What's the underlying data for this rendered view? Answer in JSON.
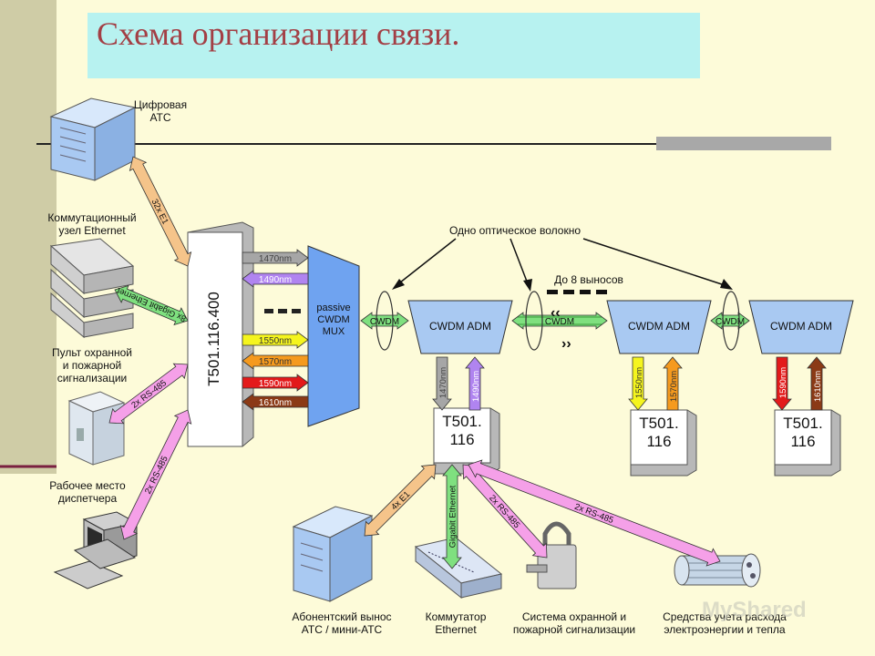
{
  "title": "Схема организации связи.",
  "devices": {
    "digital_ats": "Цифровая\nАТС",
    "eth_switch_node": "Коммутационный\nузел Ethernet",
    "security_panel": "Пульт охранной\nи пожарной\nсигнализации",
    "dispatcher": "Рабочее место\nдиспетчера",
    "subscriber_ats": "Абонентский вынос\nАТС / мини-АТС",
    "ethernet_switch": "Коммутатор\nEthernet",
    "security_system": "Система охранной и\nпожарной сигнализации",
    "metering": "Средства учета расхода\nэлектроэнергии и тепла"
  },
  "main_unit": "T501.116.400",
  "mux": "passive\nCWDM\nMUX",
  "adm": [
    "CWDM ADM",
    "CWDM ADM",
    "CWDM ADM"
  ],
  "cwdm_label": "CWDM",
  "node_unit": "T501.\n116",
  "fiber_label": "Одно оптическое волокно",
  "outs_label": "До 8 выносов",
  "wavelengths_mux": [
    "1470nm",
    "1490nm",
    "1550nm",
    "1570nm",
    "1590nm",
    "1610nm"
  ],
  "wavelengths_adm": [
    "1470nm",
    "1490nm",
    "1550nm",
    "1570nm",
    "1590nm",
    "1610nm"
  ],
  "links": {
    "e1_32": "32x E1",
    "gbe_8": "8x Gigabit Ethernet",
    "rs485_a": "2x RS-485",
    "rs485_b": "2x RS-485",
    "e1_4": "4x E1",
    "gbe": "Gigabit Ethernet",
    "rs485_c": "2x RS-485",
    "rs485_d": "2x RS-485"
  },
  "colors": {
    "title": "#a33f45",
    "title_bg": "#b7f2f0",
    "device_blue": "#a9c9f2",
    "mux_blue": "#6fa3f0",
    "w1470": "#a6a6a6",
    "w1490": "#b084f0",
    "w1550": "#f5f51e",
    "w1570": "#f59a1e",
    "w1590": "#e31a1a",
    "w1610": "#8b3a16"
  }
}
